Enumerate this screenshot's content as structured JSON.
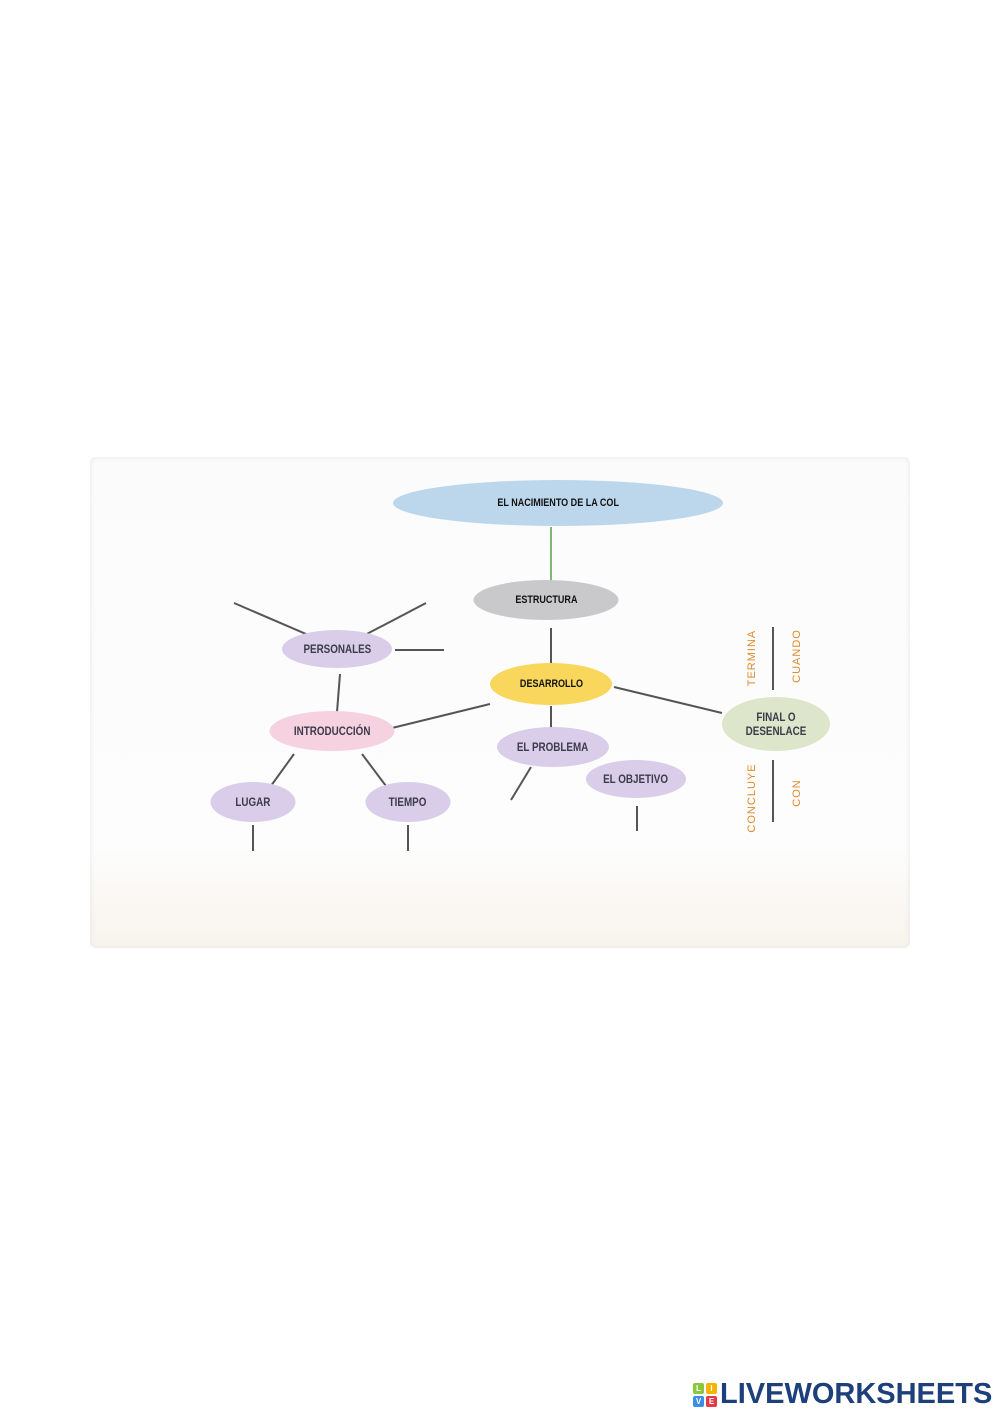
{
  "concept_map": {
    "title": "EL NACIMIENTO DE LA COL",
    "structure": "ESTRUCTURA",
    "development": "DESARROLLO",
    "characters": "PERSONALES",
    "introduction": "INTRODUCCIÓN",
    "problem": "EL PROBLEMA",
    "ending": "FINAL O DESENLACE",
    "objective": "EL OBJETIVO",
    "place": "LUGAR",
    "time": "TIEMPO",
    "connectors": {
      "ends": "TERMINA",
      "when": "CUANDO",
      "concludes": "CONCLUYE",
      "with": "CON"
    }
  },
  "colors": {
    "title_node": "#bcd7ec",
    "structure_node": "#c9c9cb",
    "development_node": "#f8d75c",
    "lavender_node": "#d9cdea",
    "introduction_node": "#f6d1e0",
    "ending_node": "#dde6cb",
    "connector_text": "#e08a2c"
  },
  "footer": {
    "logo_letters": [
      "L",
      "I",
      "V",
      "E"
    ],
    "brand": "LIVEWORKSHEETS"
  }
}
